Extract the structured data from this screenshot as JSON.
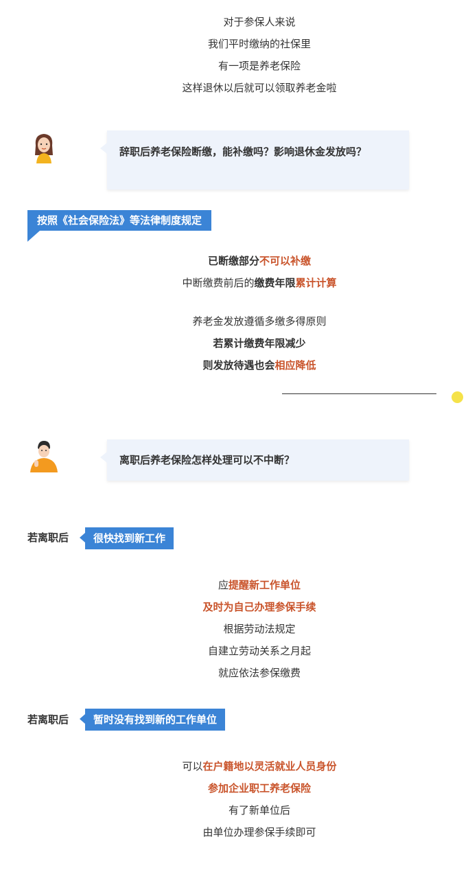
{
  "intro": {
    "lines": [
      "对于参保人来说",
      "我们平时缴纳的社保里",
      "有一项是养老保险",
      "这样退休以后就可以领取养老金啦"
    ]
  },
  "question1": {
    "text": "辞职后养老保险断缴，能补缴吗？影响退休金发放吗？"
  },
  "section1": {
    "tag": "按照《社会保险法》等法律制度规定",
    "l1_normal": "已断缴部分",
    "l1_red": "不可以补缴",
    "l2_normal": "中断缴费前后的",
    "l2_bold": "缴费年限",
    "l2_red": "累计计算",
    "l3": "养老金发放遵循多缴多得原则",
    "l4": "若累计缴费年限减少",
    "l5_normal": "则发放待遇也会",
    "l5_red": "相应降低"
  },
  "question2": {
    "text": "离职后养老保险怎样处理可以不中断？"
  },
  "case1": {
    "prefix": "若离职后",
    "tag": "很快找到新工作",
    "l1_normal": "应",
    "l1_red": "提醒新工作单位",
    "l2_red": "及时为自己办理参保手续",
    "l3": "根据劳动法规定",
    "l4": "自建立劳动关系之月起",
    "l5": "就应依法参保缴费"
  },
  "case2": {
    "prefix": "若离职后",
    "tag": "暂时没有找到新的工作单位",
    "l1_normal": "可以",
    "l1_red": "在户籍地以灵活就业人员身份",
    "l2_red": "参加企业职工养老保险",
    "l3": "有了新单位后",
    "l4": "由单位办理参保手续即可"
  },
  "colors": {
    "accent_blue": "#3b84d6",
    "highlight_red": "#c9542b",
    "bubble_bg": "#eef3fb",
    "dot_yellow": "#f5e24a"
  },
  "icons": {
    "avatar1": "girl-avatar-icon",
    "avatar2": "boy-avatar-icon",
    "dot": "yellow-dot-icon"
  }
}
